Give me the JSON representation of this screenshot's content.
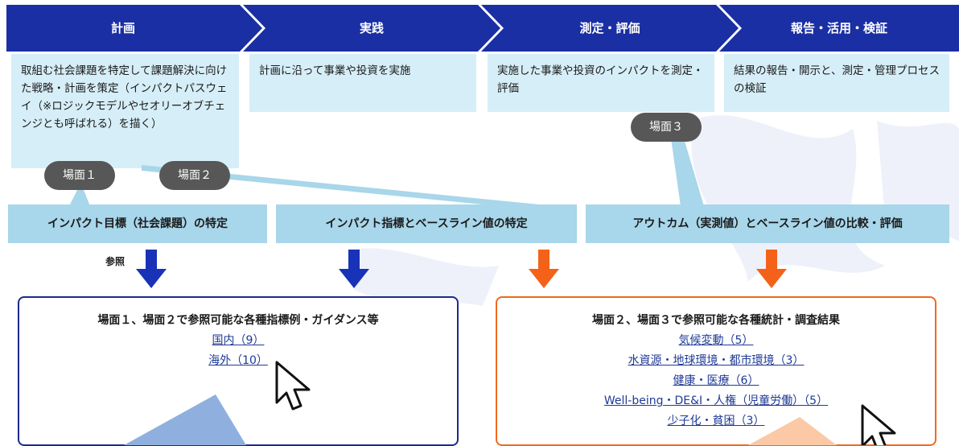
{
  "stages": [
    {
      "label": "計画",
      "description": "取組む社会課題を特定して課題解決に向けた戦略・計画を策定（インパクトパスウェイ（※ロジックモデルやセオリーオブチェンジとも呼ばれる）を描く）"
    },
    {
      "label": "実践",
      "description": "計画に沿って事業や投資を実施"
    },
    {
      "label": "測定・評価",
      "description": "実施した事業や投資のインパクトを測定・評価"
    },
    {
      "label": "報告・活用・検証",
      "description": "結果の報告・開示と、測定・管理プロセスの検証"
    }
  ],
  "scenes": {
    "scene1": "場面１",
    "scene2": "場面２",
    "scene3": "場面３"
  },
  "steps": {
    "step1": "インパクト目標（社会課題）の特定",
    "step2": "インパクト指標とベースライン値の特定",
    "step3": "アウトカム（実測値）とベースライン値の比較・評価"
  },
  "reference_label": "参照",
  "colors": {
    "stage": "#1a2fa3",
    "step": "#a8d6ea",
    "desc": "#d6eef7",
    "arrow_blue": "#1833b8",
    "arrow_orange": "#f4621a",
    "pill": "#575757"
  },
  "left_panel": {
    "title": "場面１、場面２で参照可能な各種指標例・ガイダンス等",
    "links": [
      "国内（9）",
      "海外（10）"
    ]
  },
  "right_panel": {
    "title": "場面２、場面３で参照可能な各種統計・調査結果",
    "links": [
      "気候変動（5）",
      "水資源・地球環境・都市環境（3）",
      "健康・医療（6）",
      "Well-being・DE&I・人権（児童労働）（5）",
      "少子化・貧困（3）"
    ]
  }
}
